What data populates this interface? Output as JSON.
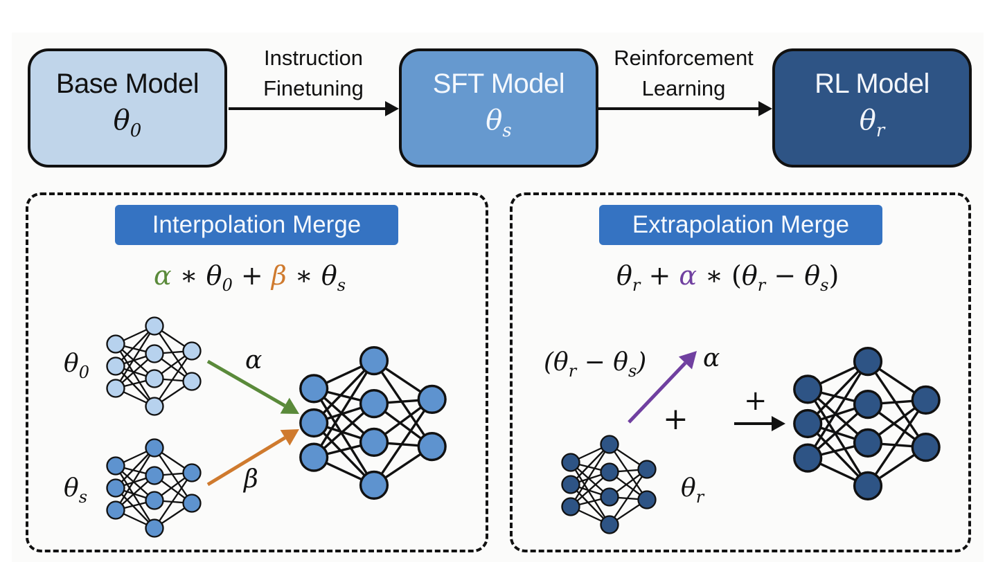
{
  "pipeline": {
    "models": [
      {
        "name": "Base Model",
        "symbol": "θ",
        "subscript": "0",
        "color": "#c0d5ea"
      },
      {
        "name": "SFT Model",
        "symbol": "θ",
        "subscript": "s",
        "color": "#6699cf"
      },
      {
        "name": "RL Model",
        "symbol": "θ",
        "subscript": "r",
        "color": "#2e5485"
      }
    ],
    "transitions": [
      {
        "line1": "Instruction",
        "line2": "Finetuning"
      },
      {
        "line1": "Reinforcement",
        "line2": "Learning"
      }
    ]
  },
  "interpolation": {
    "title": "Interpolation Merge",
    "formula": {
      "coef1": "α",
      "op1": " ∗ ",
      "theta": "θ",
      "sub1": "0",
      "plus": " + ",
      "coef2": "β",
      "op2": " ∗ ",
      "sub2": "s"
    },
    "inputs": [
      {
        "symbol": "θ",
        "subscript": "0",
        "node_color": "#b7d2ee"
      },
      {
        "symbol": "θ",
        "subscript": "s",
        "node_color": "#5e93cf"
      }
    ],
    "arrows": [
      {
        "label": "α",
        "color": "#5a8a3a"
      },
      {
        "label": "β",
        "color": "#cf7a2e"
      }
    ],
    "output_node_color": "#5e93cf"
  },
  "extrapolation": {
    "title": "Extrapolation Merge",
    "formula": {
      "theta": "θ",
      "sub_r": "r",
      "plus": " + ",
      "coef": "α",
      "op": " ∗ ",
      "open": "(",
      "minus": " − ",
      "sub_s": "s",
      "close": ")"
    },
    "delta_label": {
      "open": "(",
      "theta": "θ",
      "sub_r": "r",
      "minus": " − ",
      "sub_s": "s",
      "close": ")"
    },
    "arrow": {
      "label": "α",
      "color": "#7040a0"
    },
    "plus_sign": "+",
    "result_arrow_label": "+",
    "input": {
      "symbol": "θ",
      "subscript": "r",
      "node_color": "#2e5485"
    },
    "output_node_color": "#2e5485"
  },
  "colors": {
    "accent_blue": "#3573c2",
    "alpha_green": "#5a8a3a",
    "beta_orange": "#cf7a2e",
    "alpha_purple": "#7040a0"
  }
}
